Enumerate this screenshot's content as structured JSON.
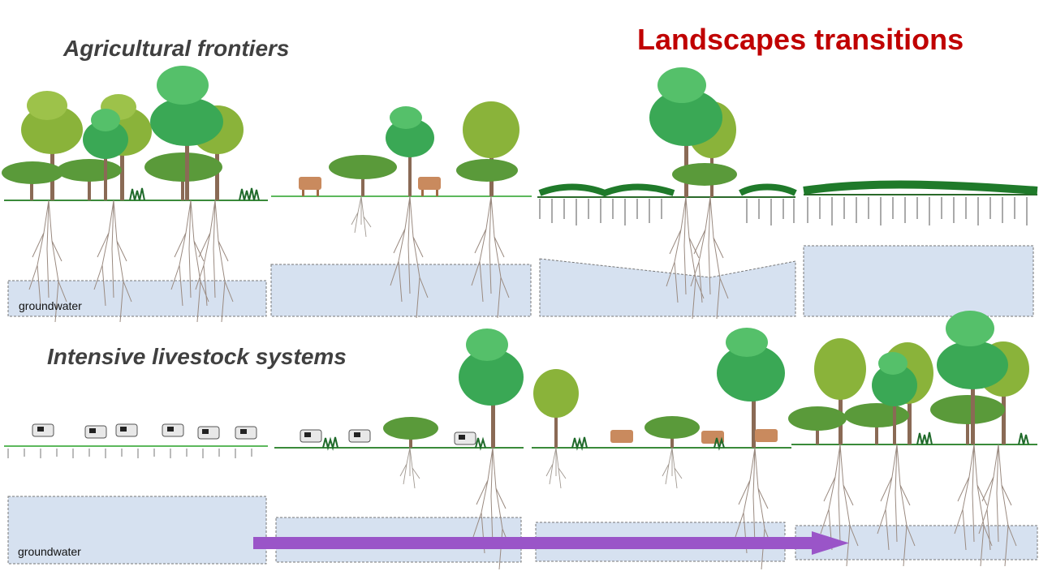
{
  "title": "Landscapes transitions",
  "headings": {
    "top": "Agricultural frontiers",
    "bottom": "Intensive livestock systems"
  },
  "groundwater_label": "groundwater",
  "colors": {
    "title": "#c00000",
    "heading": "#404040",
    "groundwater_fill": "#d6e1f0",
    "groundwater_border": "#777777",
    "arrow": "#9a55c8",
    "canopy_green": "#3aa855",
    "canopy_olive": "#8ab33a",
    "trunk": "#8a6a55",
    "grass": "#2f8a3a",
    "cow_brown": "#c98a5e",
    "cow_dairy": "#e8e8e8"
  },
  "icons": [
    "tree-icon",
    "bush-icon",
    "grass-icon",
    "crop-row-icon",
    "brown-cow-icon",
    "dairy-cow-icon",
    "root-system-icon"
  ]
}
